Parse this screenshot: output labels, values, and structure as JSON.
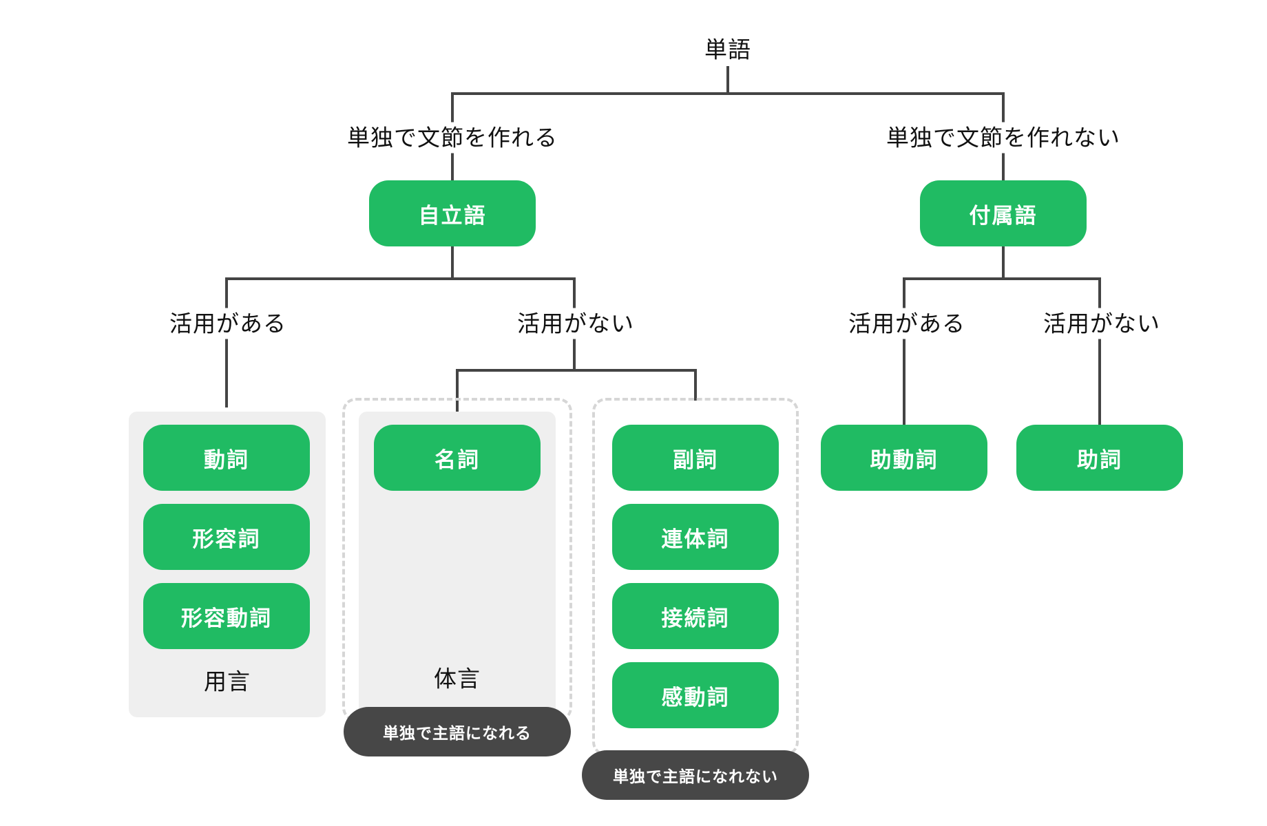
{
  "root": "単語",
  "branches": {
    "left_condition": "単独で文節を作れる",
    "right_condition": "単独で文節を作れない"
  },
  "independent": {
    "title": "自立語",
    "conjugating_label": "活用がある",
    "non_conjugating_label": "活用がない",
    "yougen": {
      "group_label": "用言",
      "items": [
        "動詞",
        "形容詞",
        "形容動詞"
      ]
    },
    "taigen": {
      "group_label": "体言",
      "items": [
        "名詞"
      ],
      "subject_label": "単独で主語になれる"
    },
    "others": {
      "items": [
        "副詞",
        "連体詞",
        "接続詞",
        "感動詞"
      ],
      "subject_label": "単独で主語になれない"
    }
  },
  "dependent": {
    "title": "付属語",
    "conjugating_label": "活用がある",
    "non_conjugating_label": "活用がない",
    "items": [
      "助動詞",
      "助詞"
    ]
  },
  "colors": {
    "node_green": "#20bb63",
    "dark_badge": "#474747",
    "group_background": "#efefef",
    "dashed_border": "#d6d6d6",
    "connector": "#444444"
  }
}
